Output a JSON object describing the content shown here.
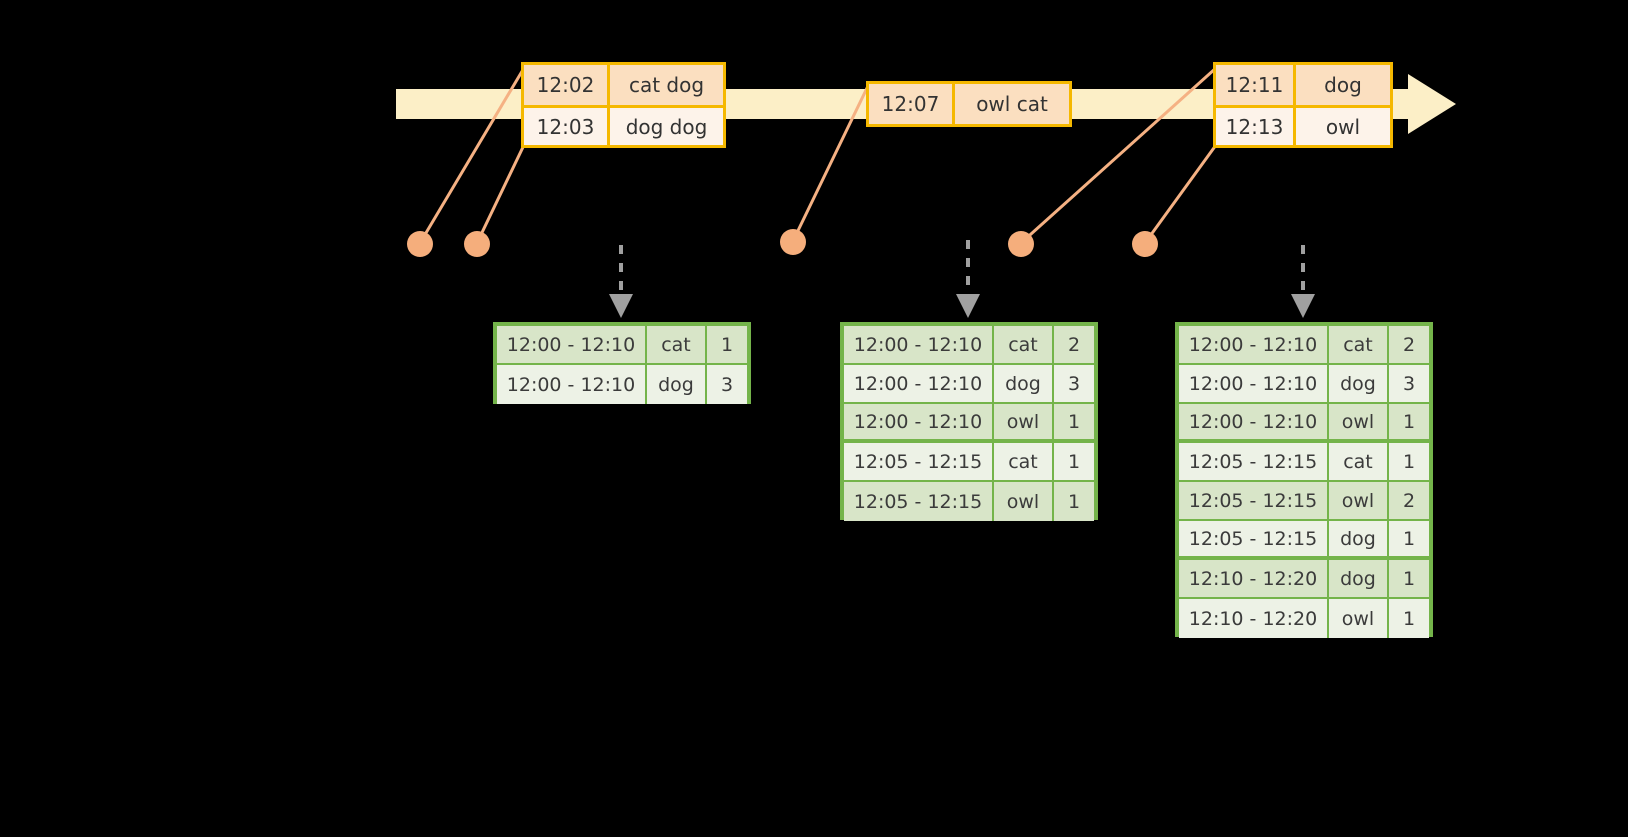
{
  "diagram": {
    "timeline": {
      "icon": "right-arrow-timeline",
      "events": [
        {
          "box_id": "event-box-1",
          "rows": [
            {
              "time": "12:02",
              "payload": "cat dog"
            },
            {
              "time": "12:03",
              "payload": "dog dog"
            }
          ]
        },
        {
          "box_id": "event-box-2",
          "rows": [
            {
              "time": "12:07",
              "payload": "owl cat"
            }
          ]
        },
        {
          "box_id": "event-box-3",
          "rows": [
            {
              "time": "12:11",
              "payload": "dog"
            },
            {
              "time": "12:13",
              "payload": "owl"
            }
          ]
        }
      ]
    },
    "results": [
      {
        "table_id": "result-table-1",
        "rows": [
          {
            "window": "12:00 - 12:10",
            "word": "cat",
            "count": "1"
          },
          {
            "window": "12:00 - 12:10",
            "word": "dog",
            "count": "3"
          }
        ]
      },
      {
        "table_id": "result-table-2",
        "rows": [
          {
            "window": "12:00 - 12:10",
            "word": "cat",
            "count": "2"
          },
          {
            "window": "12:00 - 12:10",
            "word": "dog",
            "count": "3"
          },
          {
            "window": "12:00 - 12:10",
            "word": "owl",
            "count": "1"
          },
          {
            "window": "12:05 - 12:15",
            "word": "cat",
            "count": "1"
          },
          {
            "window": "12:05 - 12:15",
            "word": "owl",
            "count": "1"
          }
        ]
      },
      {
        "table_id": "result-table-3",
        "rows": [
          {
            "window": "12:00 - 12:10",
            "word": "cat",
            "count": "2"
          },
          {
            "window": "12:00 - 12:10",
            "word": "dog",
            "count": "3"
          },
          {
            "window": "12:00 - 12:10",
            "word": "owl",
            "count": "1"
          },
          {
            "window": "12:05 - 12:15",
            "word": "cat",
            "count": "1"
          },
          {
            "window": "12:05 - 12:15",
            "word": "owl",
            "count": "2"
          },
          {
            "window": "12:05 - 12:15",
            "word": "dog",
            "count": "1"
          },
          {
            "window": "12:10 - 12:20",
            "word": "dog",
            "count": "1"
          },
          {
            "window": "12:10 - 12:20",
            "word": "owl",
            "count": "1"
          }
        ]
      }
    ],
    "colors": {
      "background": "#000000",
      "timeline_fill": "#FCEFC7",
      "event_border": "#F5B800",
      "event_fill_shade": "#FBDFC0",
      "event_fill_plain": "#FDF3EA",
      "connector": "#F5B183",
      "table_border": "#74B44A",
      "table_fill_shade": "#D8E5C8",
      "table_fill_plain": "#EDF2E6",
      "arrow_gray": "#A0A0A0"
    }
  }
}
